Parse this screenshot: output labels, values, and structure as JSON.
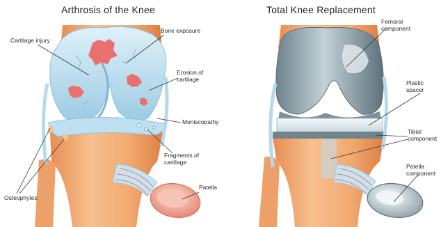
{
  "panels": [
    {
      "title": "Arthrosis of the Knee",
      "labels": {
        "cartilage_injury": "Cartilage injury",
        "bone_exposure": "Bone exposure",
        "erosion_of_cartilage": "Erosion of cartilage",
        "meniscopathy": "Meniscopathy",
        "fragments_of_cartilage": "Fragments of cartilage",
        "osteophytes": "Osteophytes",
        "patella": "Patella"
      }
    },
    {
      "title": "Total Knee Replacement",
      "labels": {
        "femoral_component": "Femoral component",
        "plastic_spacer": "Plastic spacer",
        "tibial_component": "Tibial component",
        "patella_component": "Patella component"
      }
    }
  ],
  "colors": {
    "bone": "#f2b07a",
    "bone_shadow": "#e58f55",
    "cartilage": "#a9d3ea",
    "cartilage_light": "#d6ecf7",
    "lesion": "#e86b6b",
    "metal": "#8fa3ad",
    "metal_light": "#c9d6dc",
    "spacer": "#e6eef1",
    "ligament": "#b8d9ea"
  }
}
